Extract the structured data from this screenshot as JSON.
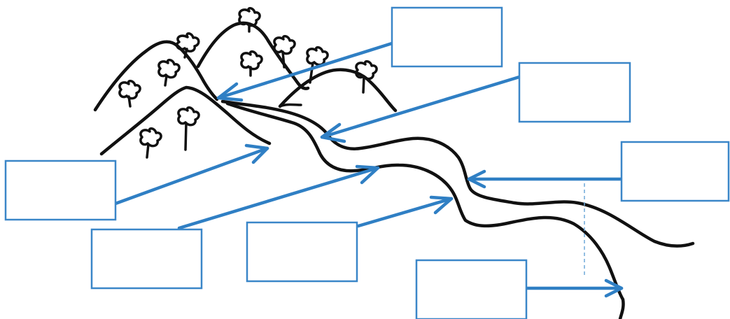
{
  "diagram": {
    "colors": {
      "box_stroke": "#3a86c8",
      "arrow": "#2f7fc4",
      "ink": "#111111",
      "guide": "#6fa8d8"
    },
    "labels": [
      {
        "id": "label-1",
        "text": ""
      },
      {
        "id": "label-2",
        "text": ""
      },
      {
        "id": "label-3",
        "text": ""
      },
      {
        "id": "label-4",
        "text": ""
      },
      {
        "id": "label-5",
        "text": ""
      },
      {
        "id": "label-6",
        "text": ""
      },
      {
        "id": "label-7",
        "text": ""
      }
    ]
  }
}
